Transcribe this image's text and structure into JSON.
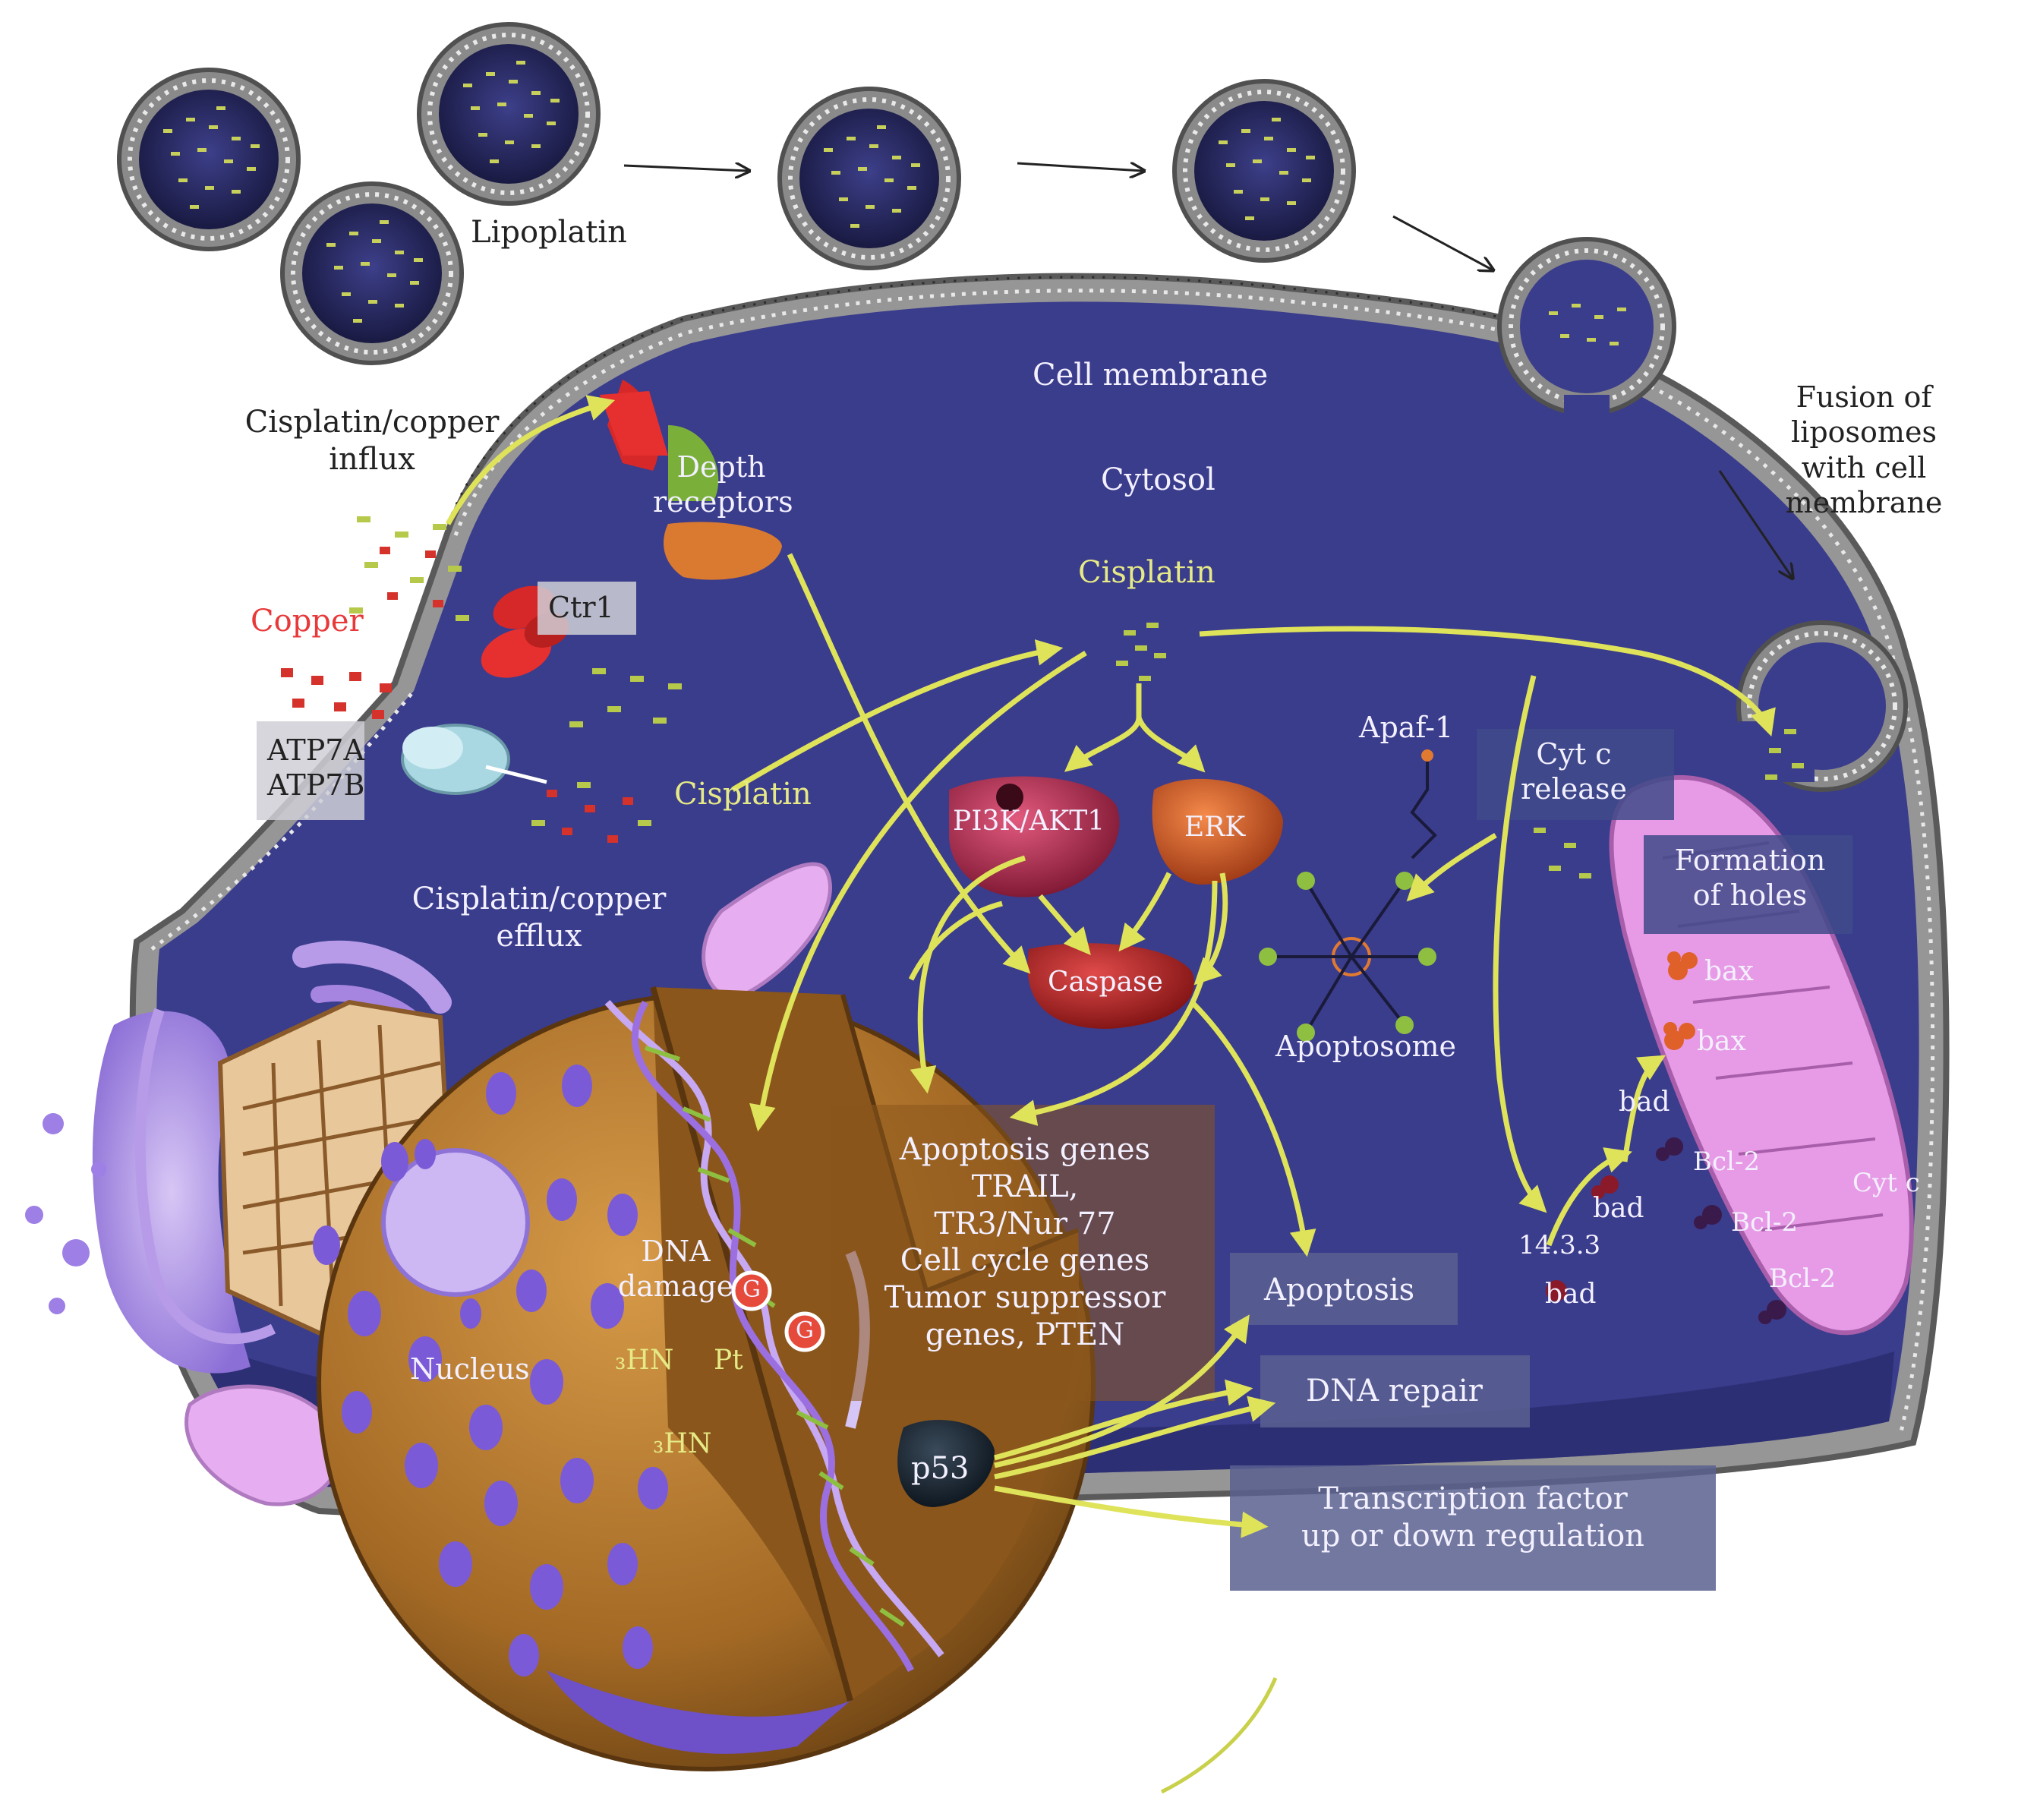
{
  "labels": {
    "lipoplatin": "Lipoplatin",
    "cell_membrane": "Cell membrane",
    "cytosol": "Cytosol",
    "fusion": [
      "Fusion of",
      "liposomes",
      "with cell",
      "membrane"
    ],
    "cisplatin_copper_influx": [
      "Cisplatin/copper",
      "influx"
    ],
    "death_receptors": [
      "Depth",
      "receptors"
    ],
    "copper": "Copper",
    "ctr1": "Ctr1",
    "atp7": [
      "ATP7A",
      "ATP7B"
    ],
    "cisplatin_left": "Cisplatin",
    "cisplatin_top": "Cisplatin",
    "cisplatin_copper_efflux": [
      "Cisplatin/copper",
      "efflux"
    ],
    "pi3k_akt1": "PI3K/AKT1",
    "erk": "ERK",
    "caspase": "Caspase",
    "apaf1": "Apaf-1",
    "cyt_c_release": [
      "Cyt c",
      "release"
    ],
    "formation_of_holes": [
      "Formation",
      "of holes"
    ],
    "apoptosome": "Apoptosome",
    "bax1": "bax",
    "bax2": "bax",
    "bad1": "bad",
    "bad2": "bad",
    "bad3": "bad",
    "bcl2_1": "Bcl-2",
    "bcl2_2": "Bcl-2",
    "bcl2_3": "Bcl-2",
    "cyt_c": "Cyt c",
    "fourteen_3_3": "14.3.3",
    "genes_box": [
      "Apoptosis genes",
      "TRAIL,",
      "TR3/Nur 77",
      "Cell cycle genes",
      "Tumor suppressor",
      "genes, PTEN"
    ],
    "dna_damage": [
      "DNA",
      "damage"
    ],
    "guanine1": "G",
    "guanine2": "G",
    "pt": "Pt",
    "nh3_1": "₃HN",
    "nh3_2": "₃HN",
    "nucleus": "Nucleus",
    "p53": "p53",
    "apoptosis": "Apoptosis",
    "dna_repair": "DNA repair",
    "transcription": [
      "Transcription factor",
      "up or down regulation"
    ]
  },
  "colors": {
    "cytosol": "#3a3c8c",
    "membrane": "#9a9a9a",
    "nucleus_shell": "#a8712a",
    "arrow_yellow": "#dfe35a",
    "mitochondrion": "#e79be6",
    "copper_red": "#d4322a",
    "cisplatin_green": "#b7c94a"
  }
}
